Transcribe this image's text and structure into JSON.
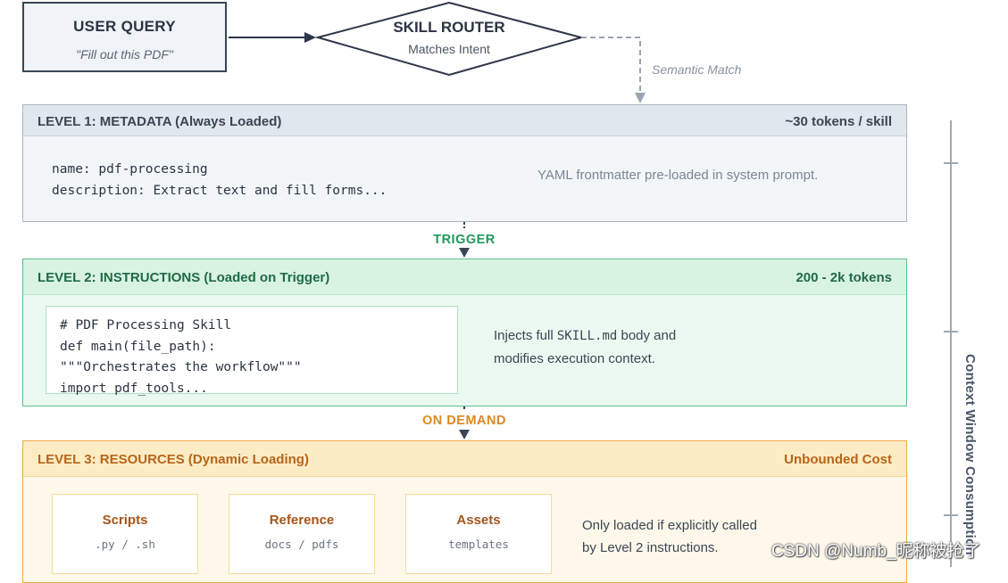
{
  "user_query": {
    "title": "USER QUERY",
    "subtitle": "\"Fill out this PDF\""
  },
  "router": {
    "title": "SKILL ROUTER",
    "subtitle": "Matches Intent"
  },
  "semantic_match": "Semantic Match",
  "level1": {
    "title": "LEVEL 1: METADATA (Always Loaded)",
    "cost": "~30 tokens / skill",
    "code": [
      "name: pdf-processing",
      "description: Extract text and fill forms..."
    ],
    "note": "YAML frontmatter pre-loaded in system prompt."
  },
  "trigger_label": "TRIGGER",
  "level2": {
    "title": "LEVEL 2: INSTRUCTIONS (Loaded on Trigger)",
    "cost": "200 - 2k tokens",
    "code": [
      "# PDF Processing Skill",
      "def main(file_path):",
      "\"\"\"Orchestrates the workflow\"\"\"",
      "import pdf_tools..."
    ],
    "note_prefix": "Injects full",
    "note_code": "SKILL.md",
    "note_suffix": "body and",
    "note_line2": "modifies execution context."
  },
  "ondemand_label": "ON DEMAND",
  "level3": {
    "title": "LEVEL 3: RESOURCES (Dynamic Loading)",
    "cost": "Unbounded Cost",
    "resources": [
      {
        "name": "Scripts",
        "sub": ".py / .sh"
      },
      {
        "name": "Reference",
        "sub": "docs / pdfs"
      },
      {
        "name": "Assets",
        "sub": "templates"
      }
    ],
    "note_line1": "Only loaded if explicitly called",
    "note_line2": "by Level 2 instructions."
  },
  "side_label": "Context Window Consumption",
  "watermark": "CSDN @Numb_昵称被抢了",
  "colors": {
    "level1_border": "#a9b4c0",
    "level2_border": "#5bbf8a",
    "level3_border": "#efa84b",
    "trigger": "#1f9a5e",
    "ondemand": "#d98a22"
  }
}
